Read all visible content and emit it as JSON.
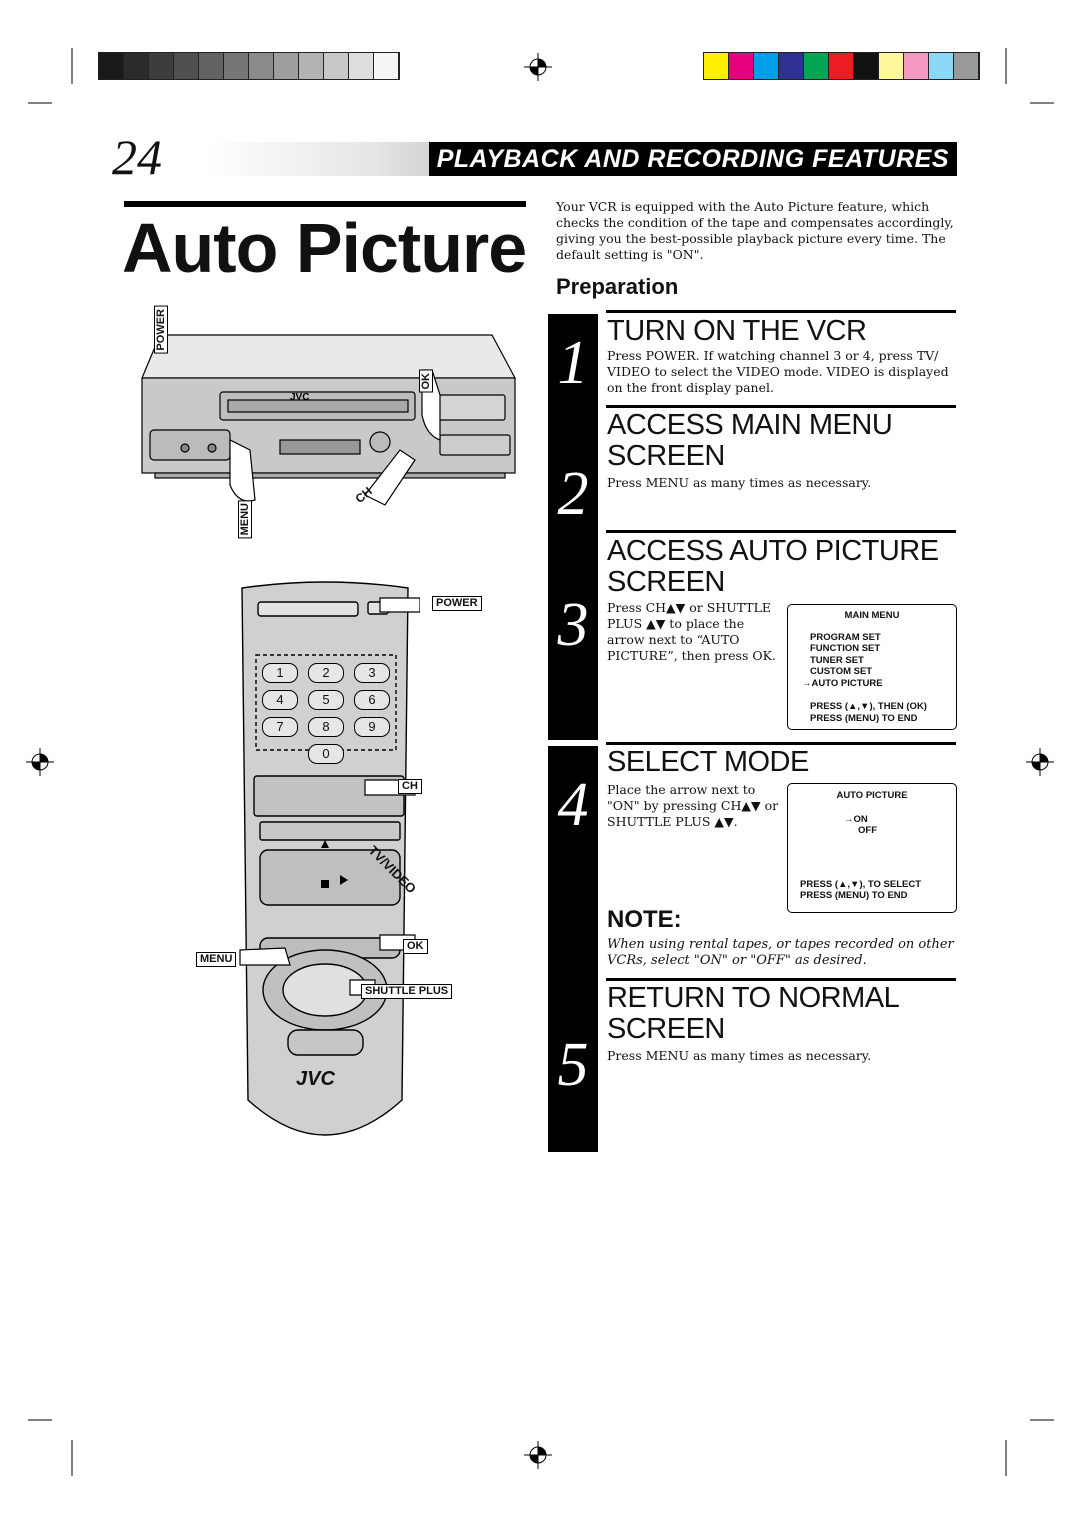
{
  "page_number": "24",
  "section_header": "PLAYBACK AND RECORDING FEATURES",
  "title": "Auto Picture",
  "intro": "Your VCR is equipped with the Auto Picture feature, which checks the condition of the tape and compensates accordingly, giving you the best-possible playback picture every time. The default setting is \"ON\".",
  "preparation": "Preparation",
  "steps": [
    {
      "num": "1",
      "title_l1": "TURN ON THE VCR",
      "title_l2": "",
      "body": "Press POWER. If watching channel 3 or 4, press TV/ VIDEO to select the VIDEO mode. VIDEO is displayed on the front display panel."
    },
    {
      "num": "2",
      "title_l1": "ACCESS MAIN MENU",
      "title_l2": "SCREEN",
      "body": "Press MENU as many times as necessary."
    },
    {
      "num": "3",
      "title_l1": "ACCESS AUTO PICTURE",
      "title_l2": "SCREEN",
      "body": "Press CH▲▼ or SHUTTLE PLUS ▲▼ to place the arrow next to “AUTO PICTURE”, then press OK."
    },
    {
      "num": "4",
      "title_l1": "SELECT MODE",
      "title_l2": "",
      "body": "Place the arrow next to \"ON\" by pressing CH▲▼ or SHUTTLE PLUS ▲▼."
    },
    {
      "num": "5",
      "title_l1": "RETURN TO NORMAL",
      "title_l2": "SCREEN",
      "body": "Press MENU as many times as necessary."
    }
  ],
  "main_menu_screen": {
    "title": "MAIN MENU",
    "items": [
      "PROGRAM SET",
      "FUNCTION SET",
      "TUNER SET",
      "CUSTOM SET",
      "→AUTO PICTURE"
    ],
    "footer1": "PRESS (▲,▼), THEN (OK)",
    "footer2": "PRESS (MENU) TO END"
  },
  "auto_picture_screen": {
    "title": "AUTO PICTURE",
    "opt_on": "→ON",
    "opt_off": "OFF",
    "footer1": "PRESS (▲,▼), TO SELECT",
    "footer2": "PRESS (MENU) TO END"
  },
  "note": {
    "title": "NOTE:",
    "body": "When using rental tapes, or tapes recorded on other VCRs, select \"ON\" or \"OFF\" as desired."
  },
  "vcr_labels": {
    "power": "POWER",
    "ok": "OK",
    "menu": "MENU",
    "ch": "CH"
  },
  "remote_labels": {
    "power": "POWER",
    "ch": "CH",
    "tv_video": "TV/VIDEO",
    "menu": "MENU",
    "ok": "OK",
    "shuttle_plus": "SHUTTLE PLUS",
    "brand": "JVC"
  },
  "keypad": [
    "1",
    "2",
    "3",
    "4",
    "5",
    "6",
    "7",
    "8",
    "9",
    "0"
  ],
  "gray_bar_colors": [
    "#1a1a1a",
    "#2b2b2b",
    "#3d3d3d",
    "#505050",
    "#636363",
    "#767676",
    "#8a8a8a",
    "#9e9e9e",
    "#b3b3b3",
    "#c8c8c8",
    "#dedede",
    "#f5f5f5"
  ],
  "color_bar_colors": [
    "#ffef00",
    "#e6007e",
    "#00a0e9",
    "#2e3192",
    "#00a651",
    "#ed1c24",
    "#111111",
    "#fff799",
    "#f49ac1",
    "#8dd8f8",
    "#999999"
  ]
}
